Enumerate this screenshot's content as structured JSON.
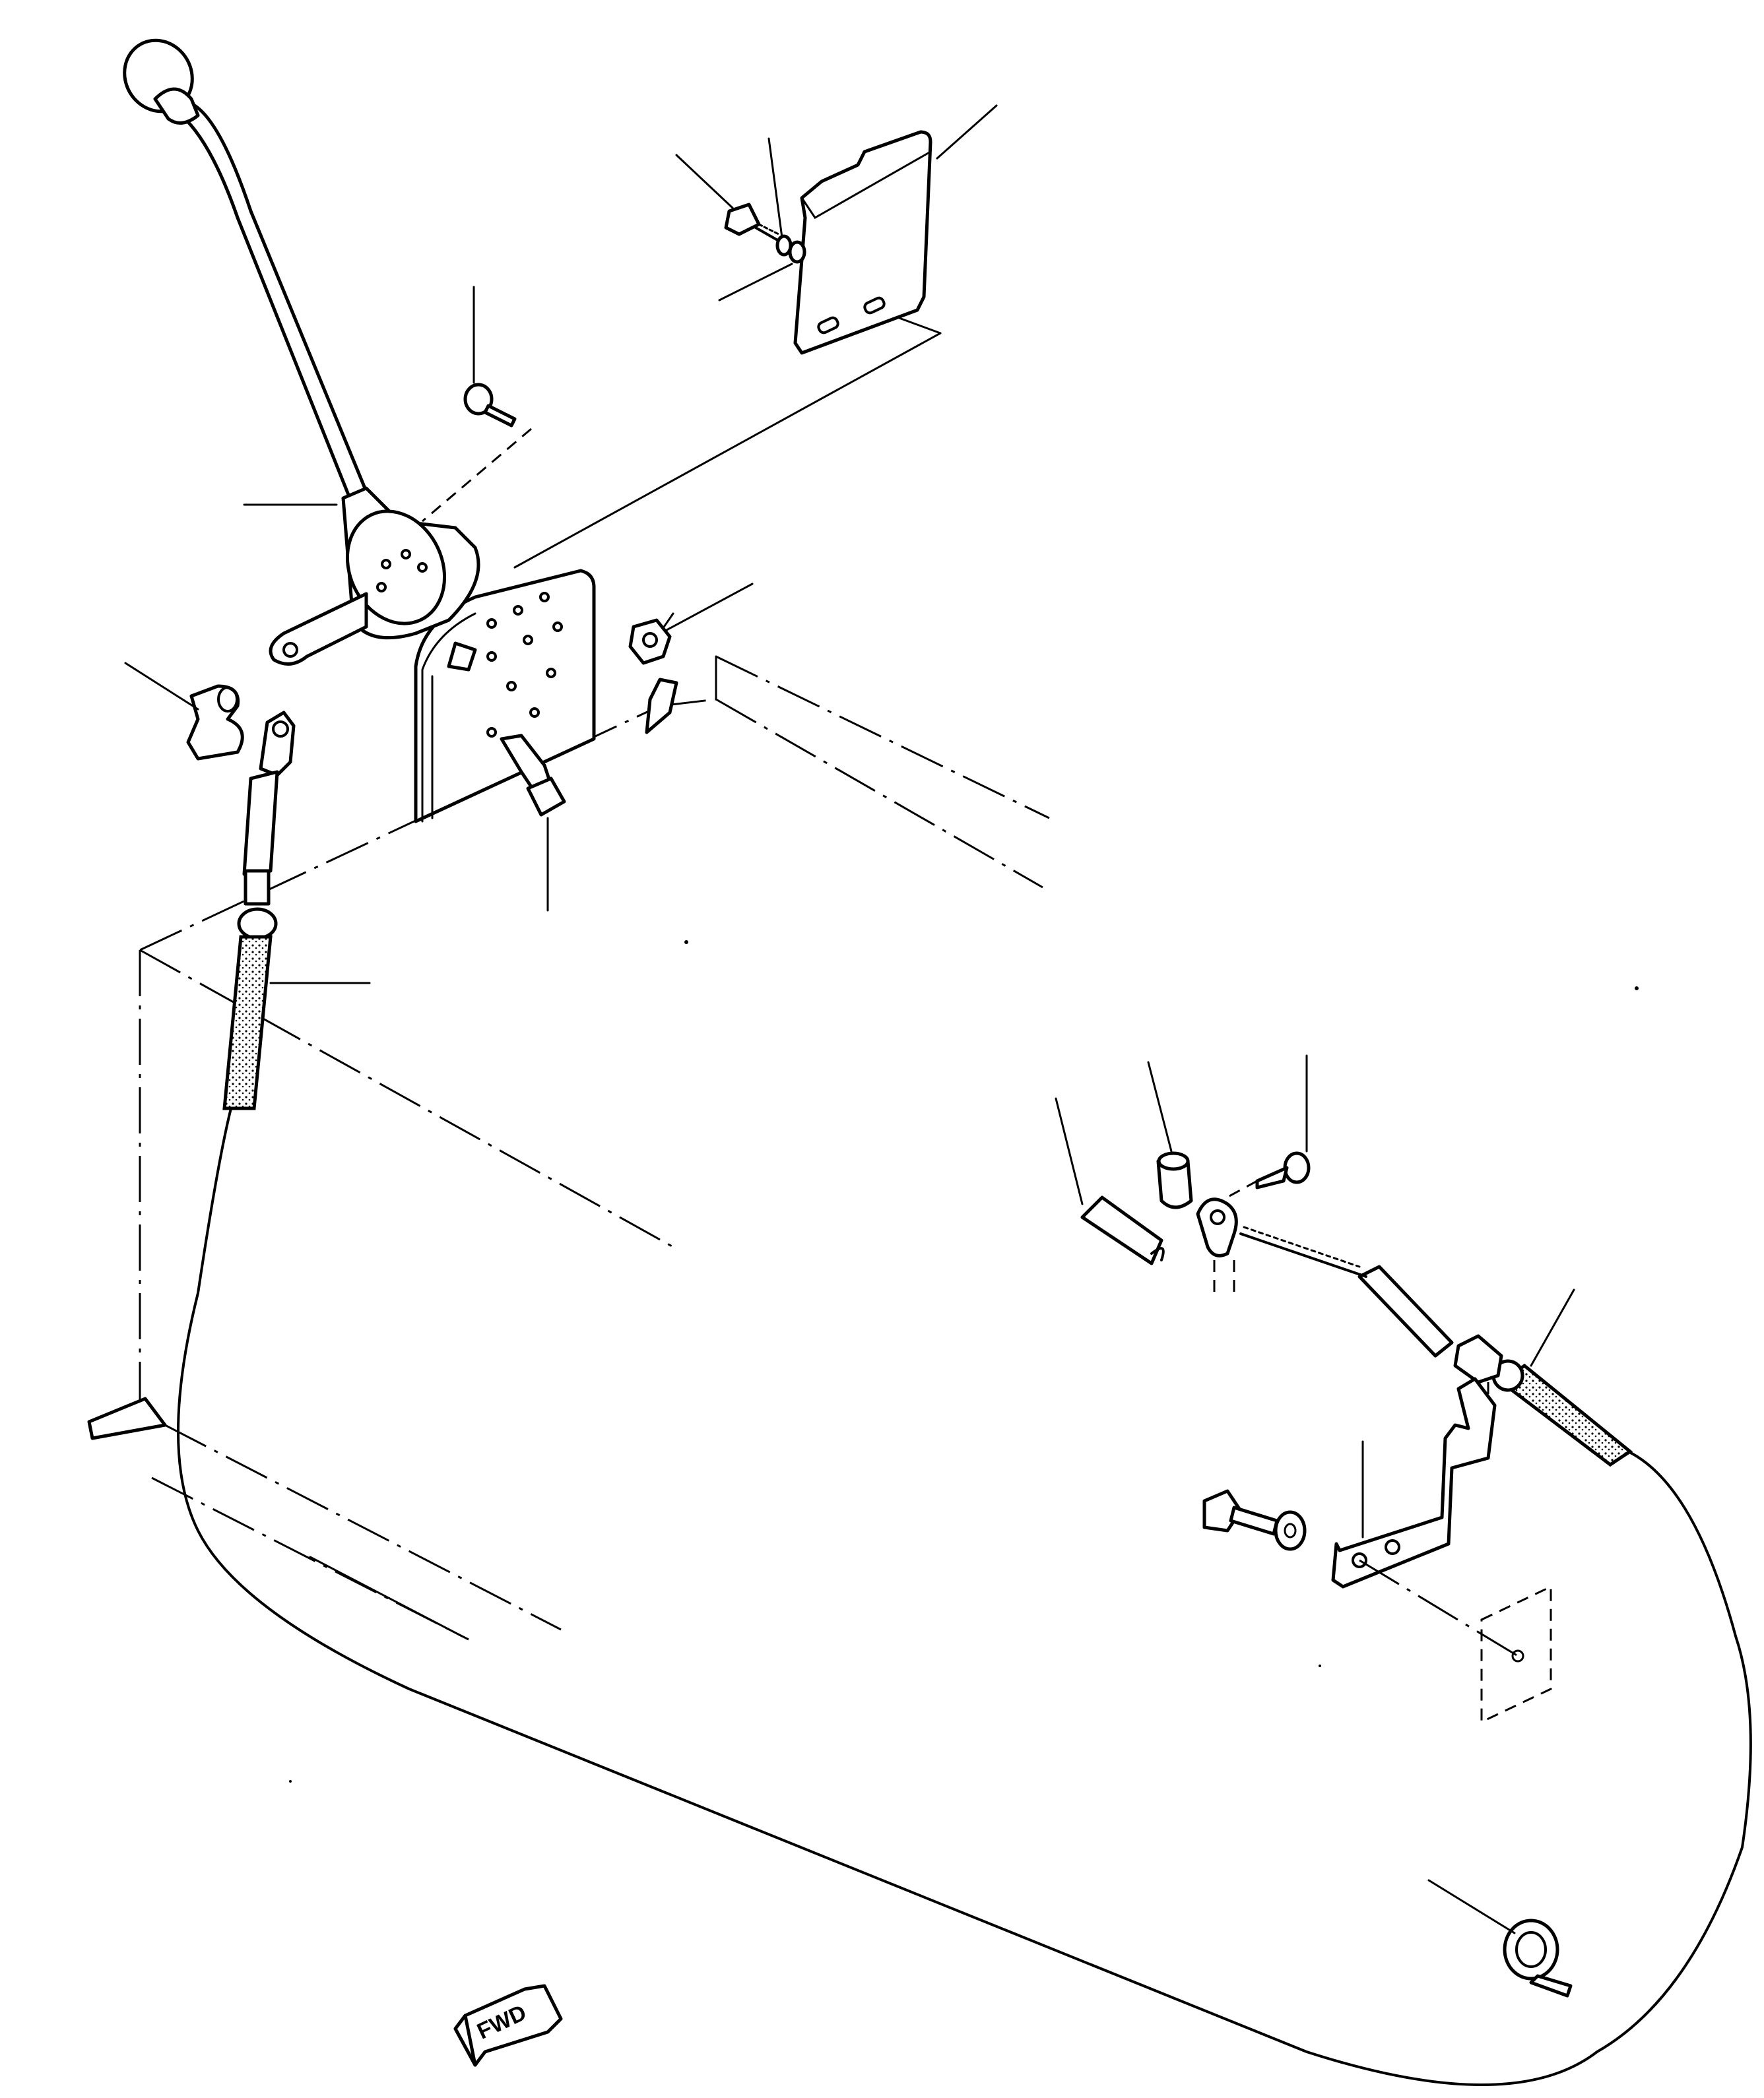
{
  "diagram": {
    "direction_arrow_label": "FWD",
    "colors": {
      "line": "#000000",
      "background": "#ffffff"
    },
    "parts": [
      "control-lever",
      "lever-knob",
      "bracket-upper",
      "bolt-upper-bracket",
      "washer-upper-bracket",
      "screw-lever-mount",
      "mount-plate",
      "nut-mount",
      "bolt-mount",
      "clip-left",
      "cable-assembly",
      "spring",
      "pin",
      "clevis-pin",
      "bracket-lower",
      "bolt-lower-bracket",
      "cable-clamp"
    ]
  }
}
